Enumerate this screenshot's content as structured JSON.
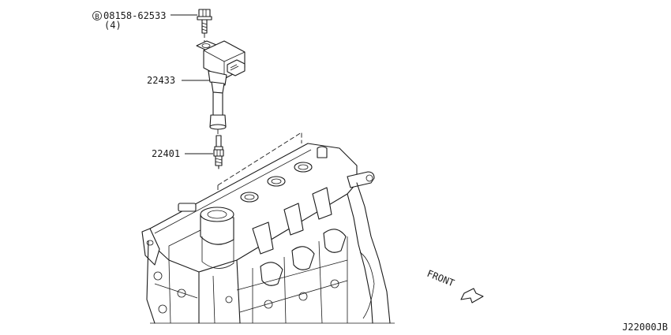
{
  "parts": [
    {
      "key": "bolt",
      "number": "08158-62533",
      "prefix_symbol": "B",
      "quantity": "(4)",
      "icon": "bolt-icon"
    },
    {
      "key": "ignition_coil",
      "number": "22433",
      "icon": "ignition-coil-icon"
    },
    {
      "key": "spark_plug",
      "number": "22401",
      "icon": "spark-plug-icon"
    }
  ],
  "direction_label": "FRONT",
  "diagram_id": "J22000JB"
}
